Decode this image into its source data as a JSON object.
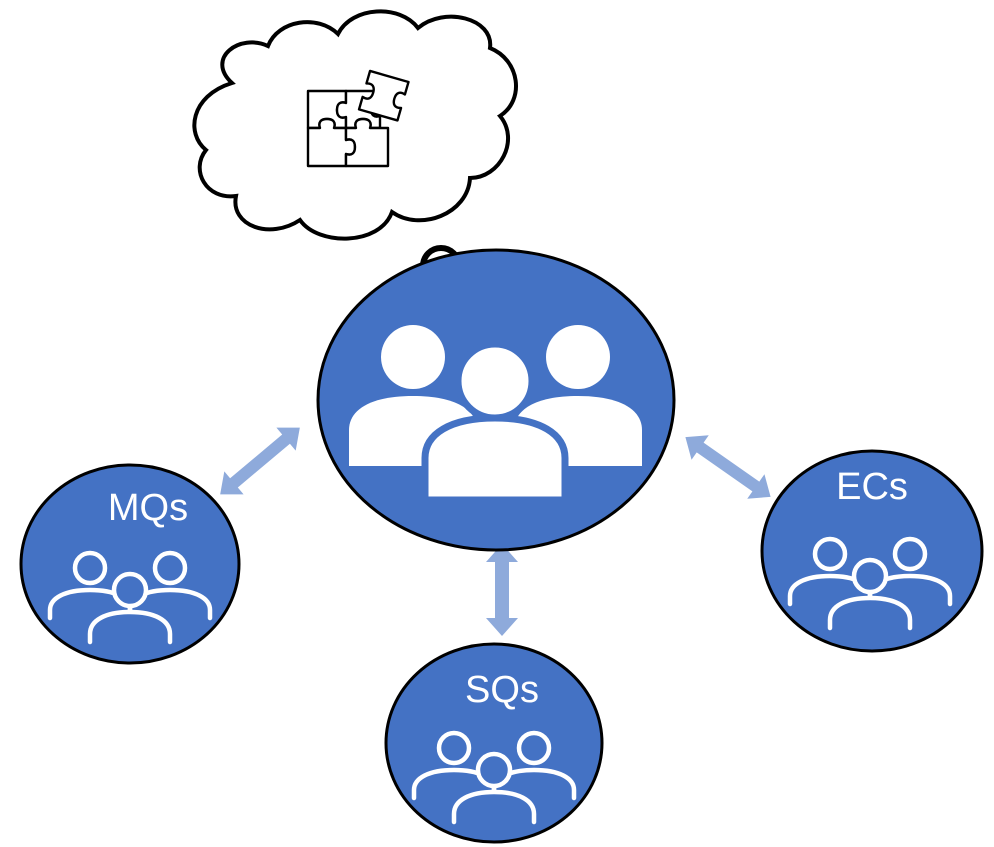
{
  "colors": {
    "circle_fill": "#4472c4",
    "outline": "#000000",
    "arrow": "#8eaadb",
    "icon_light": "#ffffff",
    "cloud_fill": "#ffffff"
  },
  "icons": {
    "cloud": "thought-cloud-icon",
    "puzzle": "puzzle-pieces-icon",
    "team_main": "people-group-filled-icon",
    "team_small": "people-group-outline-icon"
  },
  "groups": {
    "mqs": {
      "label": "MQs"
    },
    "sqs": {
      "label": "SQs"
    },
    "ecs": {
      "label": "ECs"
    }
  }
}
